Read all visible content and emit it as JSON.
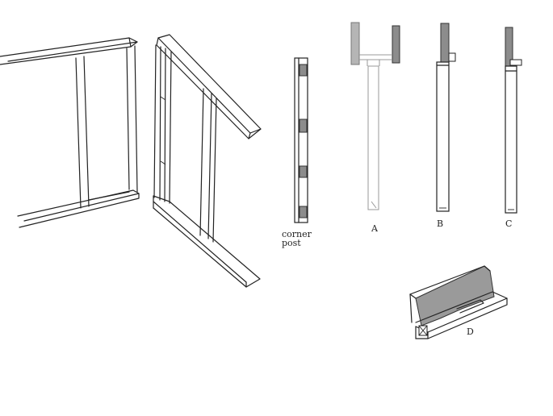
{
  "labels": {
    "corner_post_line1": "corner",
    "corner_post_line2": "post",
    "a": "A",
    "b": "B",
    "c": "C",
    "d": "D"
  },
  "colors": {
    "line": "#222222",
    "shade": "#8c8c8c",
    "faint": "#9a9a9a"
  }
}
